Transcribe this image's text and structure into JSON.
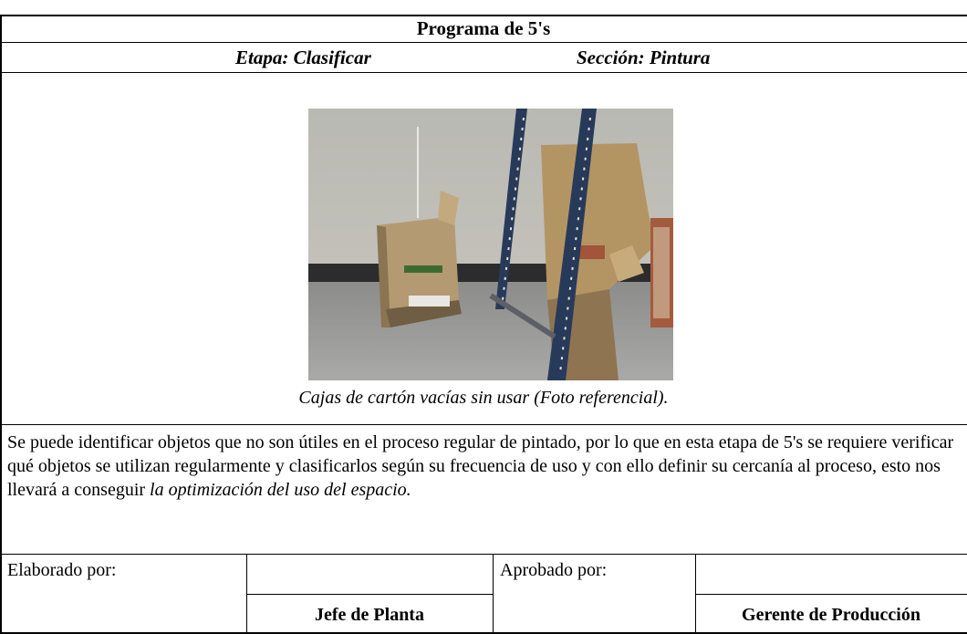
{
  "header": {
    "title": "Programa de 5's",
    "stage": "Etapa: Clasificar",
    "section": "Sección: Pintura"
  },
  "photo": {
    "caption": "Cajas de cartón vacías sin usar (Foto referencial)."
  },
  "description": {
    "text_regular": "Se puede identificar objetos que no son útiles en el proceso regular de pintado, por lo que en esta etapa de 5's se requiere verificar qué objetos se utilizan regularmente y clasificarlos según su frecuencia de uso y con ello definir su cercanía al proceso, esto nos llevará a conseguir ",
    "text_emphasis": "la optimización del uso del espacio."
  },
  "signatures": {
    "prepared_label": "Elaborado por:",
    "prepared_role": "Jefe de Planta",
    "approved_label": "Aprobado por:",
    "approved_role": "Gerente de Producción"
  }
}
